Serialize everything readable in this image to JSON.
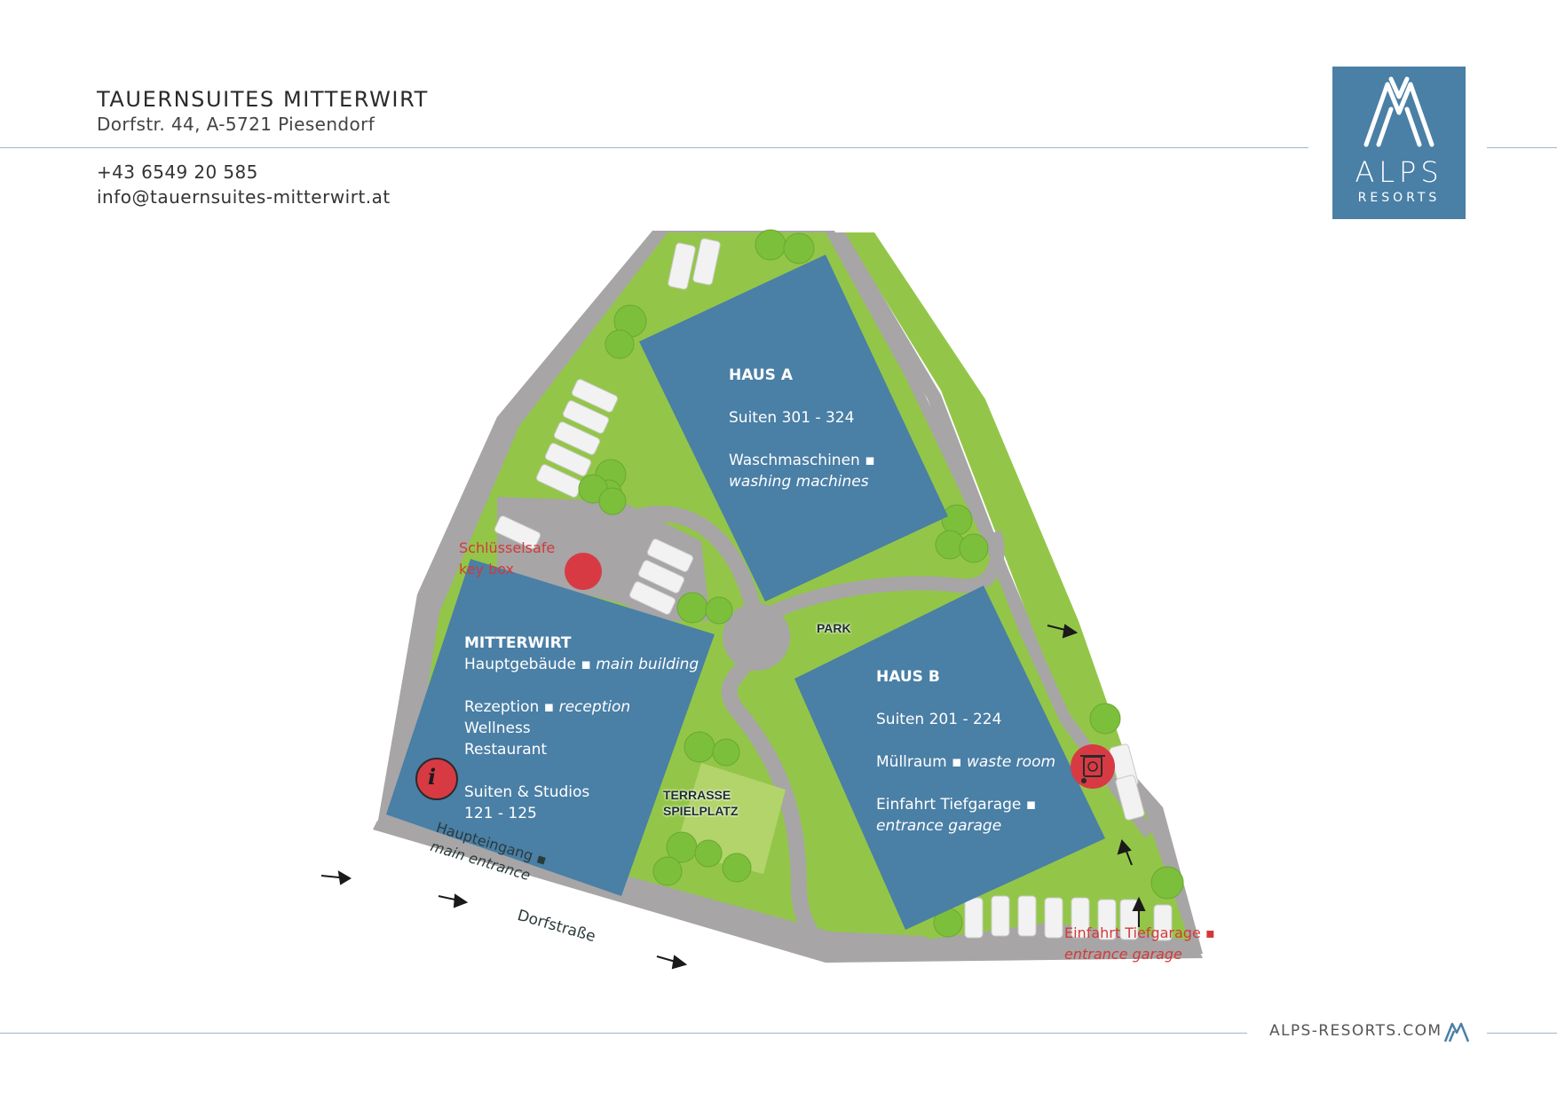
{
  "header": {
    "title": "TAUERNSUITES MITTERWIRT",
    "address": "Dorfstr. 44, A-5721 Piesendorf",
    "phone": "+43 6549 20 585",
    "email": "info@tauernsuites-mitterwirt.at"
  },
  "logo": {
    "word": "ALPS",
    "sub": "RESORTS",
    "icon": "mountain-logo-icon"
  },
  "footer": {
    "website": "ALPS-RESORTS.COM"
  },
  "map": {
    "haus_a": {
      "name": "HAUS A",
      "rooms": "Suiten 301 - 324",
      "facility_de": "Waschmaschinen ▪",
      "facility_en": "washing machines"
    },
    "haus_b": {
      "name": "HAUS B",
      "rooms": "Suiten 201 - 224",
      "waste_de": "Müllraum ▪",
      "waste_en": "waste room",
      "garage_de": "Einfahrt Tiefgarage ▪",
      "garage_en": "entrance garage"
    },
    "mitterwirt": {
      "name": "MITTERWIRT",
      "main_de": "Hauptgebäude ▪",
      "main_en": "main building",
      "reception_de": "Rezeption ▪",
      "reception_en": "reception",
      "wellness": "Wellness",
      "restaurant": "Restaurant",
      "suites": "Suiten & Studios",
      "suites_range": "121 - 125"
    },
    "key_box": {
      "de": "Schlüsselsafe",
      "en": "key box"
    },
    "main_entrance": {
      "de": "Haupteingang ▪",
      "en": "main entrance"
    },
    "street": "Dorfstraße",
    "park": "PARK",
    "terrace_1": "TERRASSE",
    "terrace_2": "SPIELPLATZ",
    "garage_entrance": {
      "de": "Einfahrt Tiefgarage ▪",
      "en": "entrance garage"
    },
    "info_symbol": "i"
  },
  "colors": {
    "building": "#4a7fa6",
    "grass": "#93c648",
    "road": "#a7a5a6",
    "marker_red": "#d83a44",
    "label_red": "#d23a3a",
    "tree": "#7cbf3b"
  }
}
